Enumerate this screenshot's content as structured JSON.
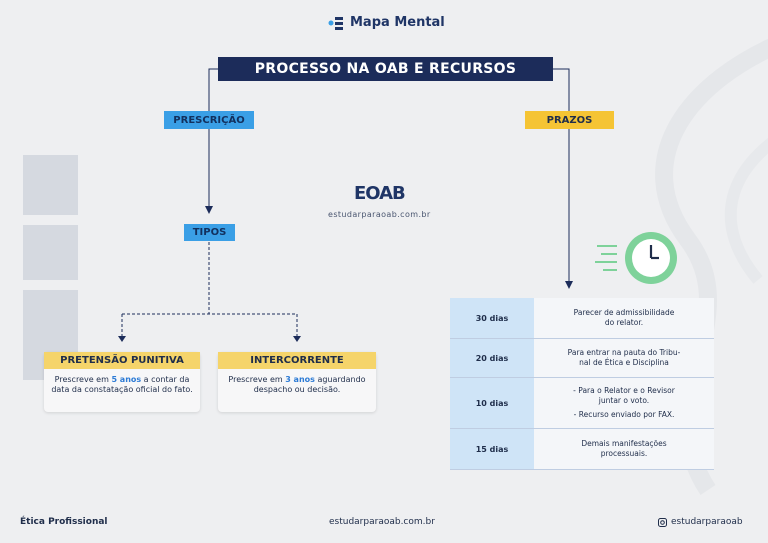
{
  "header": {
    "title": "Mapa Mental"
  },
  "main_title": "PROCESSO NA OAB E RECURSOS",
  "branches": {
    "left_label": "PRESCRIÇÃO",
    "right_label": "PRAZOS",
    "tipos_label": "TIPOS"
  },
  "cards": [
    {
      "title": "PRETENSÃO PUNITIVA",
      "text_before": "Prescreve em ",
      "highlight": "5 anos",
      "text_after": " a contar da data da constatação oficial do fato."
    },
    {
      "title": "INTERCORRENTE",
      "text_before": "Prescreve em ",
      "highlight": "3 anos",
      "text_after": " aguardando despacho ou decisão."
    }
  ],
  "logo": {
    "name": "EOAB",
    "url": "estudarparaoab.com.br"
  },
  "prazos": [
    {
      "days": "30 dias",
      "desc": [
        "Parecer de admissibilidade",
        "do relator."
      ]
    },
    {
      "days": "20 dias",
      "desc": [
        "Para entrar na pauta do Tribu-",
        "nal de Ética e Disciplina"
      ]
    },
    {
      "days": "10 dias",
      "desc": [
        "- Para o Relator e o Revisor",
        "juntar o voto.",
        "- Recurso enviado por FAX."
      ]
    },
    {
      "days": "15 dias",
      "desc": [
        "Demais manifestações",
        "processuais."
      ]
    }
  ],
  "footer": {
    "left": "Ética Profissional",
    "center": "estudarparaoab.com.br",
    "right": "estudarparaoab"
  },
  "colors": {
    "navy": "#1c2c5a",
    "blue": "#3a9fe6",
    "yellow": "#f5c434",
    "green": "#7ed29a"
  }
}
